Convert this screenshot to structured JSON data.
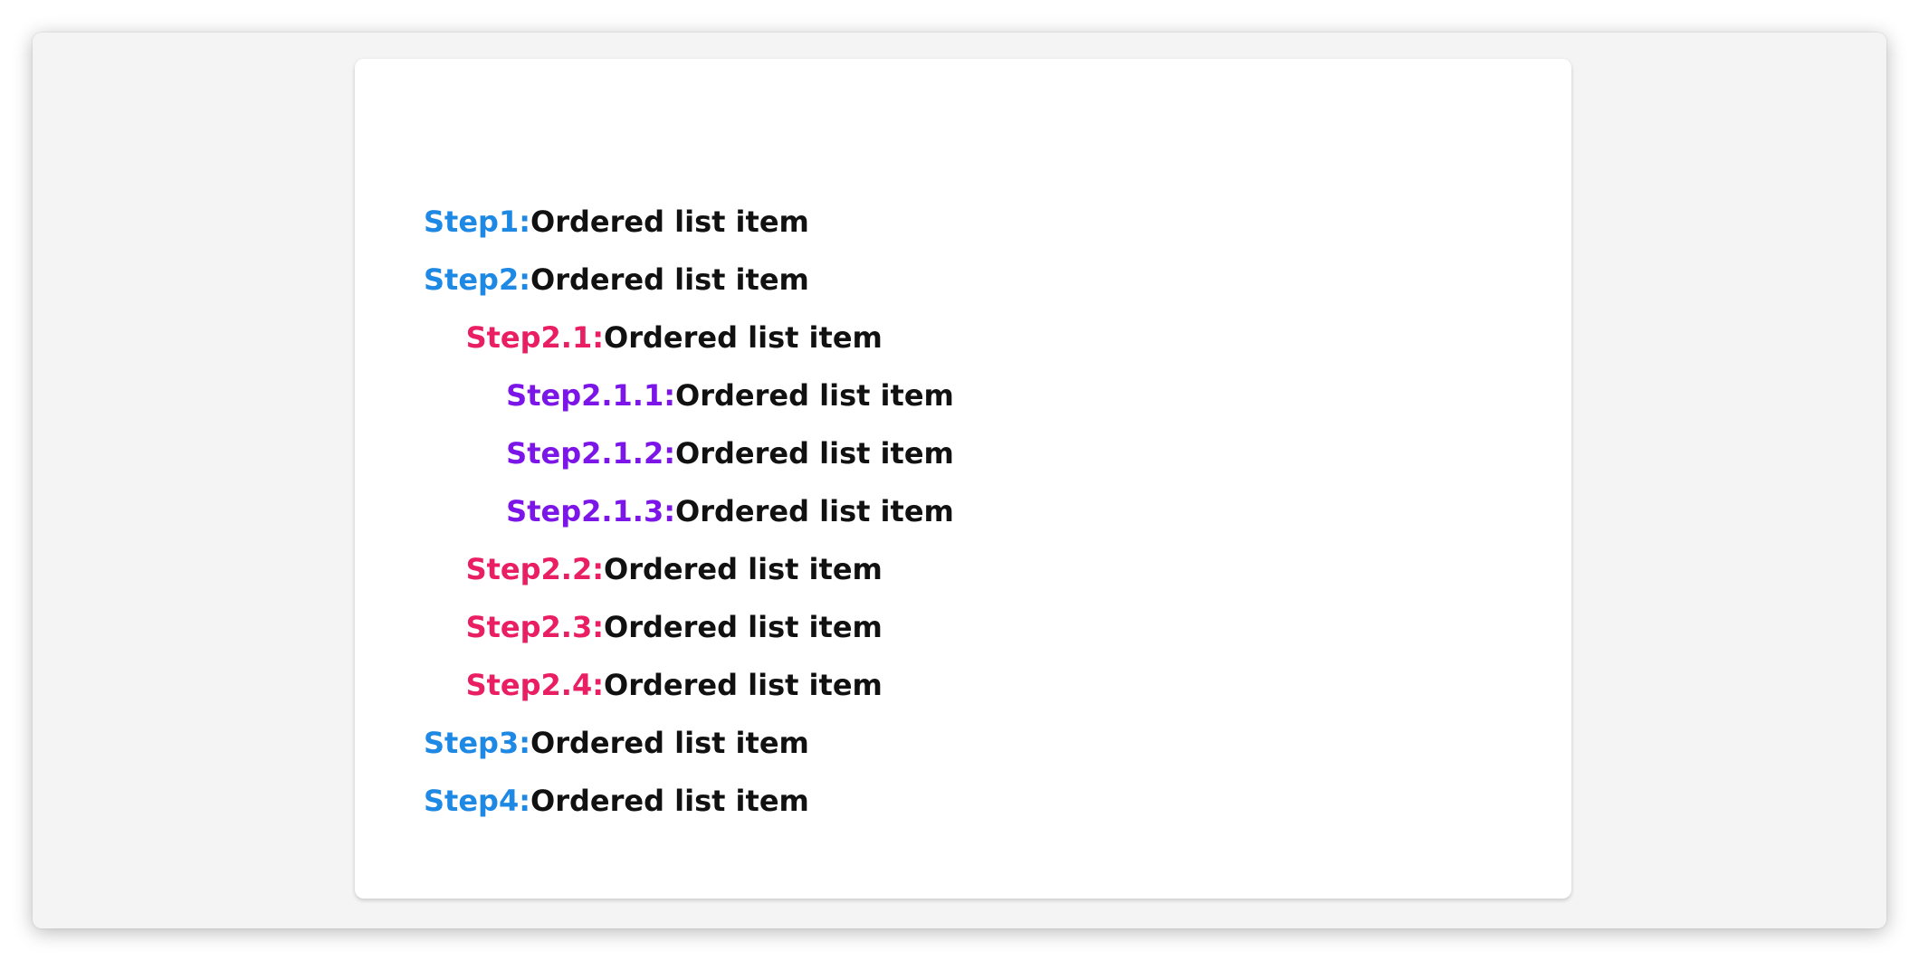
{
  "colors": {
    "level1": "#1e88e5",
    "level2": "#e91e63",
    "level3": "#7c16e8"
  },
  "items": [
    {
      "marker": "Step1:",
      "text": "Ordered list item",
      "level": 1
    },
    {
      "marker": "Step2:",
      "text": "Ordered list item",
      "level": 1
    },
    {
      "marker": "Step2.1:",
      "text": "Ordered list item",
      "level": 2
    },
    {
      "marker": "Step2.1.1:",
      "text": "Ordered list item",
      "level": 3
    },
    {
      "marker": "Step2.1.2:",
      "text": "Ordered list item",
      "level": 3
    },
    {
      "marker": "Step2.1.3:",
      "text": "Ordered list item",
      "level": 3
    },
    {
      "marker": "Step2.2:",
      "text": "Ordered list item",
      "level": 2
    },
    {
      "marker": "Step2.3:",
      "text": "Ordered list item",
      "level": 2
    },
    {
      "marker": "Step2.4:",
      "text": "Ordered list item",
      "level": 2
    },
    {
      "marker": "Step3:",
      "text": "Ordered list item",
      "level": 1
    },
    {
      "marker": "Step4:",
      "text": "Ordered list item",
      "level": 1
    }
  ]
}
